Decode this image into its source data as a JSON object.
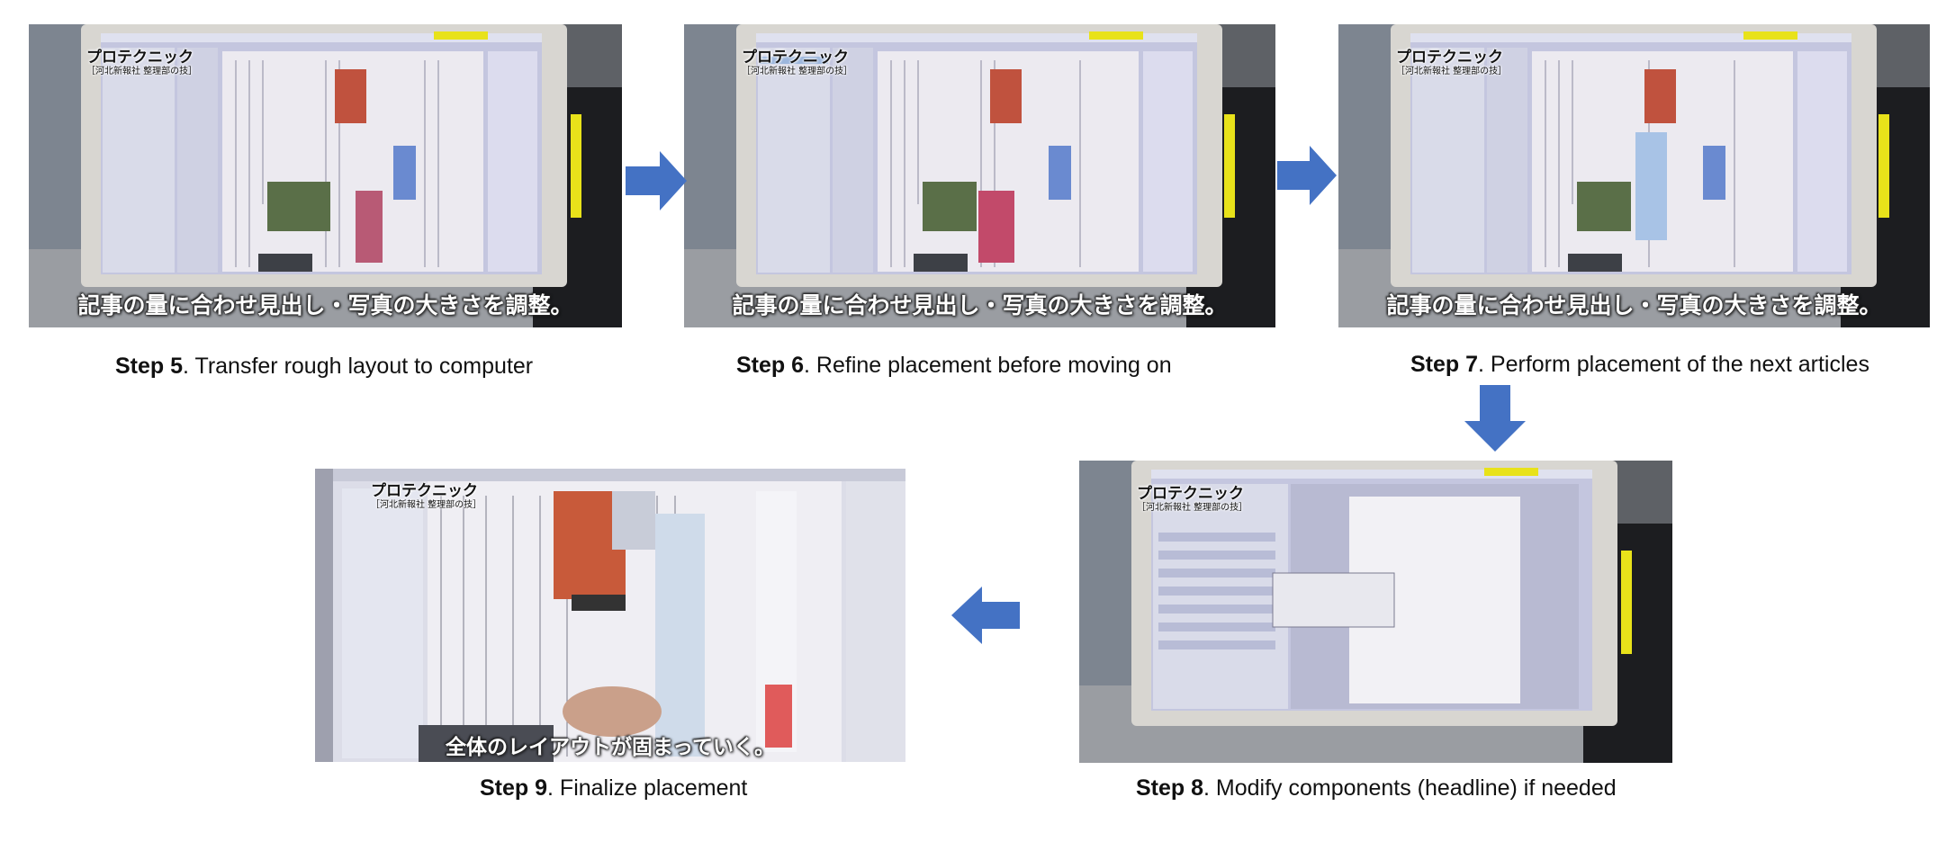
{
  "colors": {
    "arrow": "#4472C4",
    "caption": "#111111"
  },
  "logo": {
    "line1": "プロテクニック",
    "line2": "［河北新報社 整理部の技］"
  },
  "steps": [
    {
      "key": "step5",
      "label": "Step 5",
      "text": ". Transfer rough layout to computer",
      "subtitle": "記事の量に合わせ見出し・写真の大きさを調整。",
      "icon": "monitor-newspaper-layout-photo"
    },
    {
      "key": "step6",
      "label": "Step 6",
      "text": ". Refine placement before moving on",
      "subtitle": "記事の量に合わせ見出し・写真の大きさを調整。",
      "icon": "monitor-newspaper-layout-photo"
    },
    {
      "key": "step7",
      "label": "Step 7",
      "text": ". Perform placement of the next articles",
      "subtitle": "記事の量に合わせ見出し・写真の大きさを調整。",
      "icon": "monitor-newspaper-layout-photo"
    },
    {
      "key": "step8",
      "label": "Step 8",
      "text": ". Modify components (headline) if needed",
      "subtitle": "",
      "icon": "monitor-headline-editor-photo"
    },
    {
      "key": "step9",
      "label": "Step 9",
      "text": ". Finalize placement",
      "subtitle": "全体のレイアウトが固まっていく。",
      "icon": "closeup-newspaper-layout-photo"
    }
  ],
  "arrows": [
    {
      "from": "step5",
      "to": "step6",
      "direction": "right"
    },
    {
      "from": "step6",
      "to": "step7",
      "direction": "right"
    },
    {
      "from": "step7",
      "to": "step8",
      "direction": "down"
    },
    {
      "from": "step8",
      "to": "step9",
      "direction": "left"
    }
  ]
}
